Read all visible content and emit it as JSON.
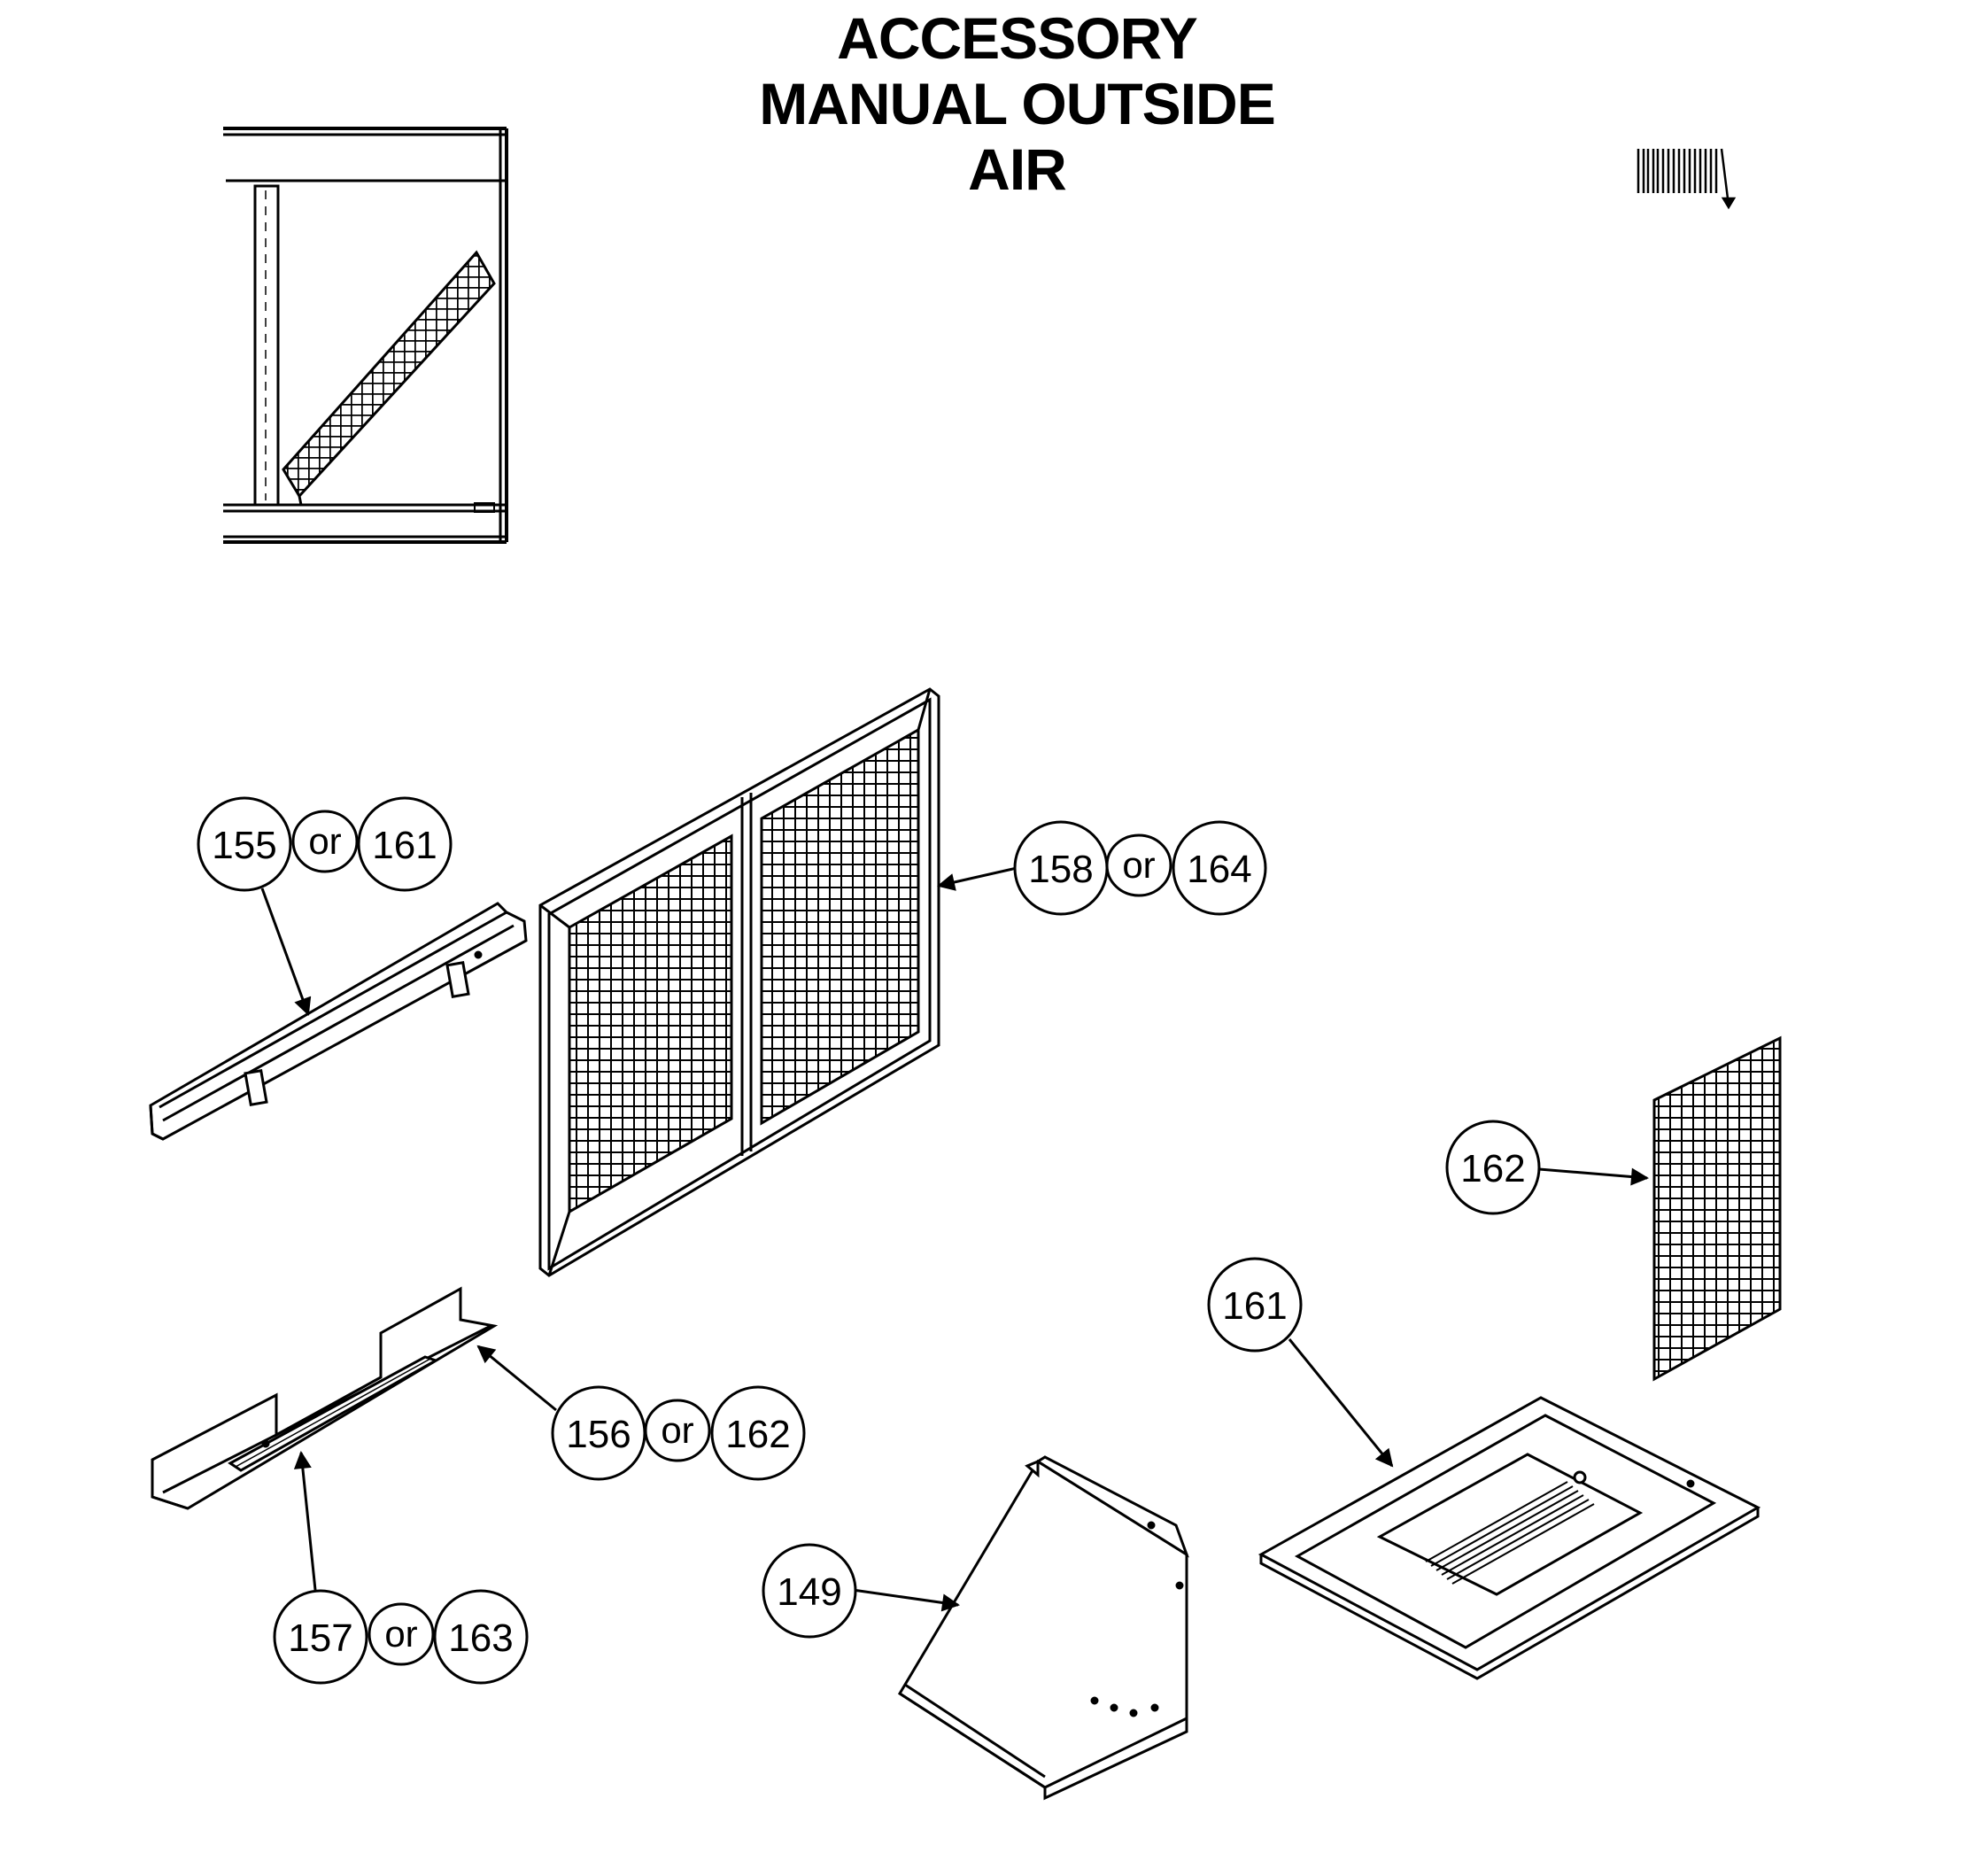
{
  "title": {
    "line1": "ACCESSORY",
    "line2": "MANUAL OUTSIDE",
    "line3": "AIR"
  },
  "or_word": "or",
  "callouts": {
    "c155": "155",
    "c161a": "161",
    "c158": "158",
    "c164": "164",
    "c162a": "162",
    "c161b": "161",
    "c156": "156",
    "c162b": "162",
    "c157": "157",
    "c163": "163",
    "c149": "149"
  }
}
